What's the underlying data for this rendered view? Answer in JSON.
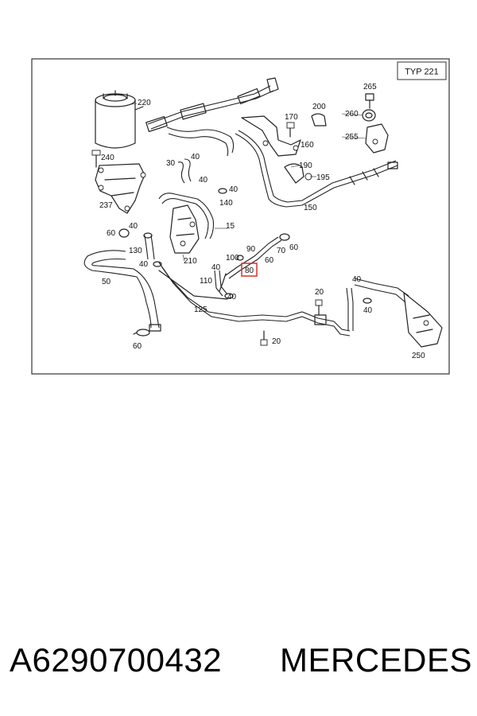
{
  "diagram": {
    "type_label": "TYP 221",
    "callouts": [
      {
        "id": "c220",
        "text": "220"
      },
      {
        "id": "c240a",
        "text": "240"
      },
      {
        "id": "c237",
        "text": "237"
      },
      {
        "id": "c60a",
        "text": "60"
      },
      {
        "id": "c40a",
        "text": "40"
      },
      {
        "id": "c130",
        "text": "130"
      },
      {
        "id": "c40b",
        "text": "40"
      },
      {
        "id": "c50",
        "text": "50"
      },
      {
        "id": "c60b",
        "text": "60"
      },
      {
        "id": "c40c",
        "text": "40"
      },
      {
        "id": "c30",
        "text": "30"
      },
      {
        "id": "c40d",
        "text": "40"
      },
      {
        "id": "c40e",
        "text": "40"
      },
      {
        "id": "c140",
        "text": "140"
      },
      {
        "id": "c15",
        "text": "15"
      },
      {
        "id": "c210",
        "text": "210"
      },
      {
        "id": "c170",
        "text": "170"
      },
      {
        "id": "c200",
        "text": "200"
      },
      {
        "id": "c160",
        "text": "160"
      },
      {
        "id": "c190",
        "text": "190"
      },
      {
        "id": "c195",
        "text": "195"
      },
      {
        "id": "c150",
        "text": "150"
      },
      {
        "id": "c265",
        "text": "265"
      },
      {
        "id": "c260",
        "text": "260"
      },
      {
        "id": "c255",
        "text": "255"
      },
      {
        "id": "c90",
        "text": "90"
      },
      {
        "id": "c100",
        "text": "100"
      },
      {
        "id": "c70",
        "text": "70"
      },
      {
        "id": "c60c",
        "text": "60"
      },
      {
        "id": "c60d",
        "text": "60"
      },
      {
        "id": "c80",
        "text": "80",
        "highlighted": true
      },
      {
        "id": "c40f",
        "text": "40"
      },
      {
        "id": "c110",
        "text": "110"
      },
      {
        "id": "c40g",
        "text": "40"
      },
      {
        "id": "c125",
        "text": "125"
      },
      {
        "id": "c20a",
        "text": "20"
      },
      {
        "id": "c20b",
        "text": "20"
      },
      {
        "id": "c40h",
        "text": "40"
      },
      {
        "id": "c40i",
        "text": "40"
      },
      {
        "id": "c250",
        "text": "250"
      }
    ],
    "highlight_color": "#d9302c"
  },
  "footer": {
    "part_number": "A6290700432",
    "brand": "MERCEDES"
  }
}
